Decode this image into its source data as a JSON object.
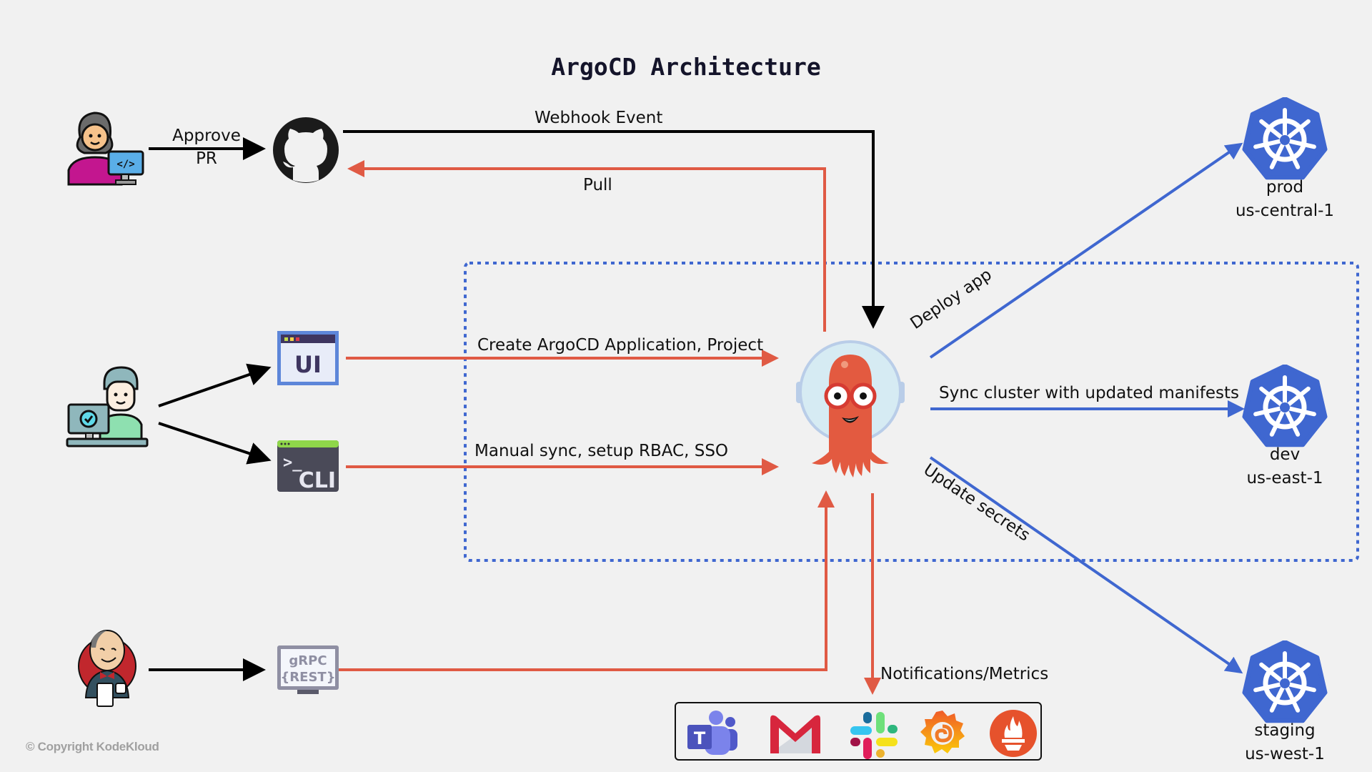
{
  "title": "ArgoCD Architecture",
  "colors": {
    "background": "#f1f1f1",
    "push_arrow": "#000000",
    "argocd_arrow": "#e05a44",
    "k8s_blue": "#3f67d0",
    "boundary_dotted": "#3f67d0"
  },
  "actors": {
    "developer": {
      "icon": "developer-with-code-monitor-icon"
    },
    "admin": {
      "icon": "admin-with-monitor-icon"
    },
    "ci": {
      "icon": "jenkins-icon"
    }
  },
  "interfaces": {
    "github": {
      "icon": "github-icon"
    },
    "ui": {
      "icon": "ui-window-icon",
      "text": "UI"
    },
    "cli": {
      "icon": "cli-terminal-icon",
      "text": "CLI",
      "prompt": ">_"
    },
    "api": {
      "icon": "grpc-rest-monitor-icon",
      "line1": "gRPC",
      "line2": "{REST}"
    }
  },
  "core": {
    "icon": "argocd-octopus-icon"
  },
  "edges": {
    "approve_pr": {
      "line1": "Approve",
      "line2": "PR"
    },
    "webhook": "Webhook Event",
    "pull": "Pull",
    "create_app": "Create ArgoCD Application, Project",
    "manual_sync": "Manual sync, setup RBAC, SSO",
    "deploy_app": "Deploy app",
    "sync_cluster": "Sync cluster with updated manifests",
    "update_secrets": "Update secrets",
    "notifications": "Notifications/Metrics"
  },
  "clusters": [
    {
      "name": "prod",
      "region": "us-central-1",
      "icon": "kubernetes-icon"
    },
    {
      "name": "dev",
      "region": "us-east-1",
      "icon": "kubernetes-icon"
    },
    {
      "name": "staging",
      "region": "us-west-1",
      "icon": "kubernetes-icon"
    }
  ],
  "notification_targets": [
    {
      "name": "Microsoft Teams",
      "icon": "teams-icon"
    },
    {
      "name": "Gmail",
      "icon": "gmail-icon"
    },
    {
      "name": "Slack",
      "icon": "slack-icon"
    },
    {
      "name": "Grafana",
      "icon": "grafana-icon"
    },
    {
      "name": "Prometheus",
      "icon": "prometheus-icon"
    }
  ],
  "copyright": "© Copyright KodeKloud"
}
